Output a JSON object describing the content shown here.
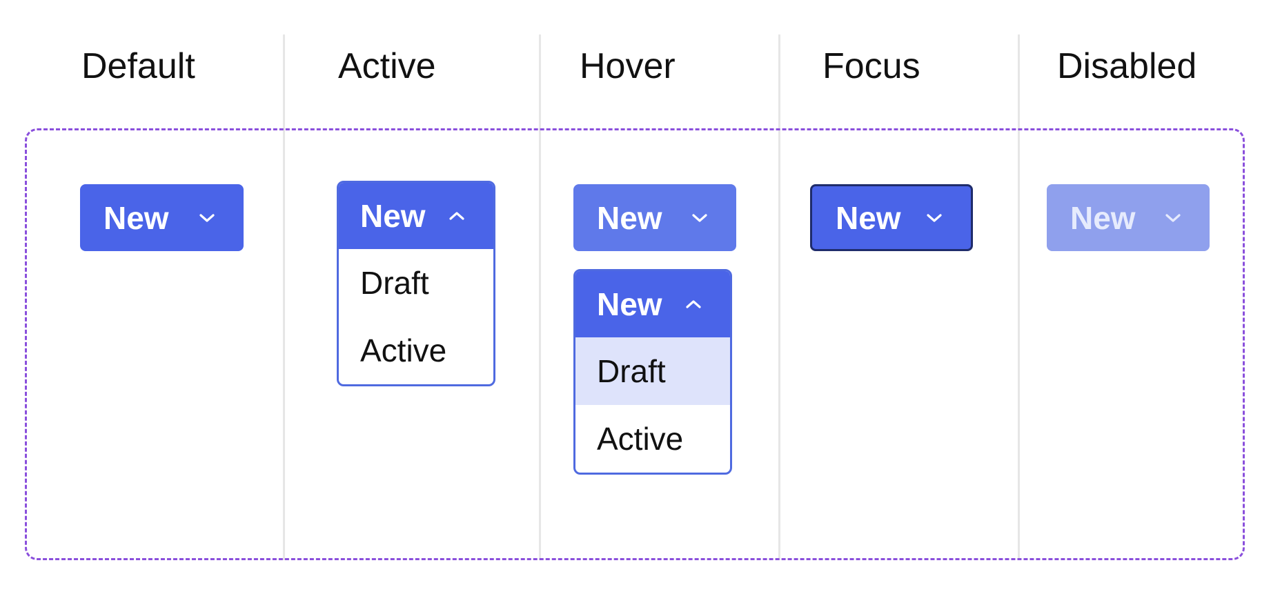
{
  "columns": [
    {
      "title": "Default"
    },
    {
      "title": "Active"
    },
    {
      "title": "Hover"
    },
    {
      "title": "Focus"
    },
    {
      "title": "Disabled"
    }
  ],
  "button_label": "New",
  "menu_items": [
    "Draft",
    "Active"
  ],
  "colors": {
    "primary": "#4a64e8",
    "hover": "#5f79ea",
    "disabled": "#8fa0ed",
    "focus_border": "#1f2c6b",
    "menu_border": "#4f6ae0",
    "menu_highlight": "#dee3fb",
    "frame_dash": "#8a4fdc",
    "divider": "#e6e6e6"
  },
  "icons": {
    "closed": "chevron-down-icon",
    "open": "chevron-up-icon"
  }
}
